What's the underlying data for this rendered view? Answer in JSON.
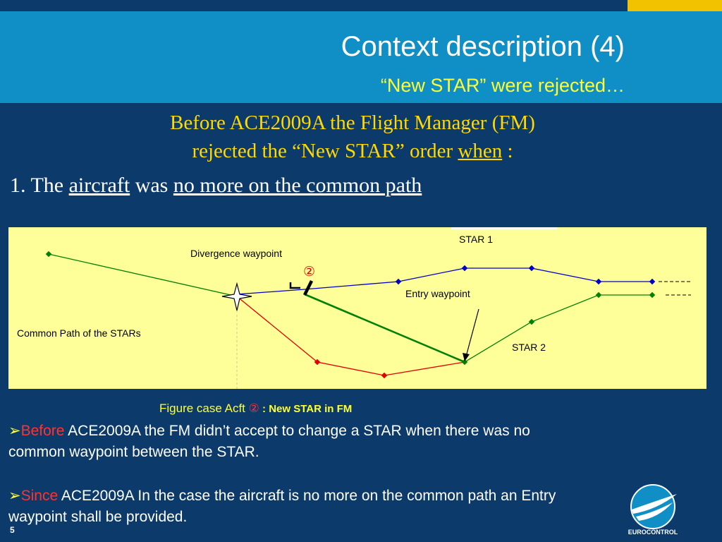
{
  "header": {
    "title": "Context description (4)",
    "subtitle": "“New STAR” were rejected…"
  },
  "headline": {
    "line1": "Before ACE2009A the Flight Manager (FM)",
    "line2_prefix": "rejected the “New STAR” order ",
    "line2_when": "when",
    "line2_suffix": " :"
  },
  "point1": {
    "number": "1.",
    "text_the": "The",
    "aircraft": "aircraft",
    "was": "was",
    "no_more": "no more on the common path"
  },
  "figure": {
    "label_star1": "STAR 1",
    "label_star2": "STAR 2",
    "label_divergence": "Divergence waypoint",
    "label_entry": "Entry waypoint",
    "label_common": "Common Path of the STARs",
    "circled_marker": "②",
    "colors": {
      "star1": "#0000cc",
      "star2": "#008000",
      "red_path": "#e00000"
    }
  },
  "caption": {
    "prefix": "Figure case Acft ",
    "marker": "②",
    "suffix": " : New STAR in FM"
  },
  "paragraphs": {
    "p1_key": "Before",
    "p1_rest": " ACE2009A the FM didn’t accept to change a STAR when there was no common waypoint between the STAR.",
    "p2_key": "Since",
    "p2_rest": " ACE2009A In the case the aircraft is no more on the common path an Entry waypoint shall be provided."
  },
  "footer": {
    "page_number": "5",
    "logo_text": "EUROCONTROL",
    "logo_icon": "eurocontrol-logo-icon"
  }
}
